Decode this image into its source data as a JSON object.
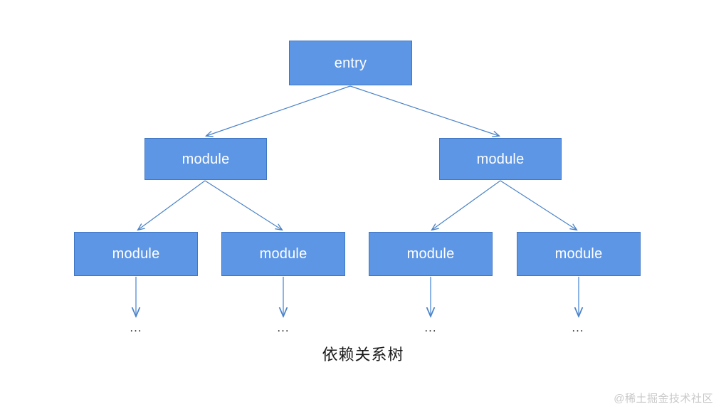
{
  "diagram": {
    "title_caption": "依赖关系树",
    "background_color": "#ffffff",
    "node_fill_color": "#5E96E6",
    "node_border_color": "#3F77C4",
    "node_text_color": "#ffffff",
    "edge_color": "#4A82C8",
    "ellipsis_glyph": "...",
    "nodes": {
      "root": {
        "label": "entry"
      },
      "level2": [
        {
          "label": "module"
        },
        {
          "label": "module"
        }
      ],
      "level3": [
        {
          "label": "module"
        },
        {
          "label": "module"
        },
        {
          "label": "module"
        },
        {
          "label": "module"
        }
      ],
      "leaves": [
        {
          "label": "..."
        },
        {
          "label": "..."
        },
        {
          "label": "..."
        },
        {
          "label": "..."
        }
      ]
    }
  },
  "watermark": {
    "text": "@稀土掘金技术社区"
  }
}
